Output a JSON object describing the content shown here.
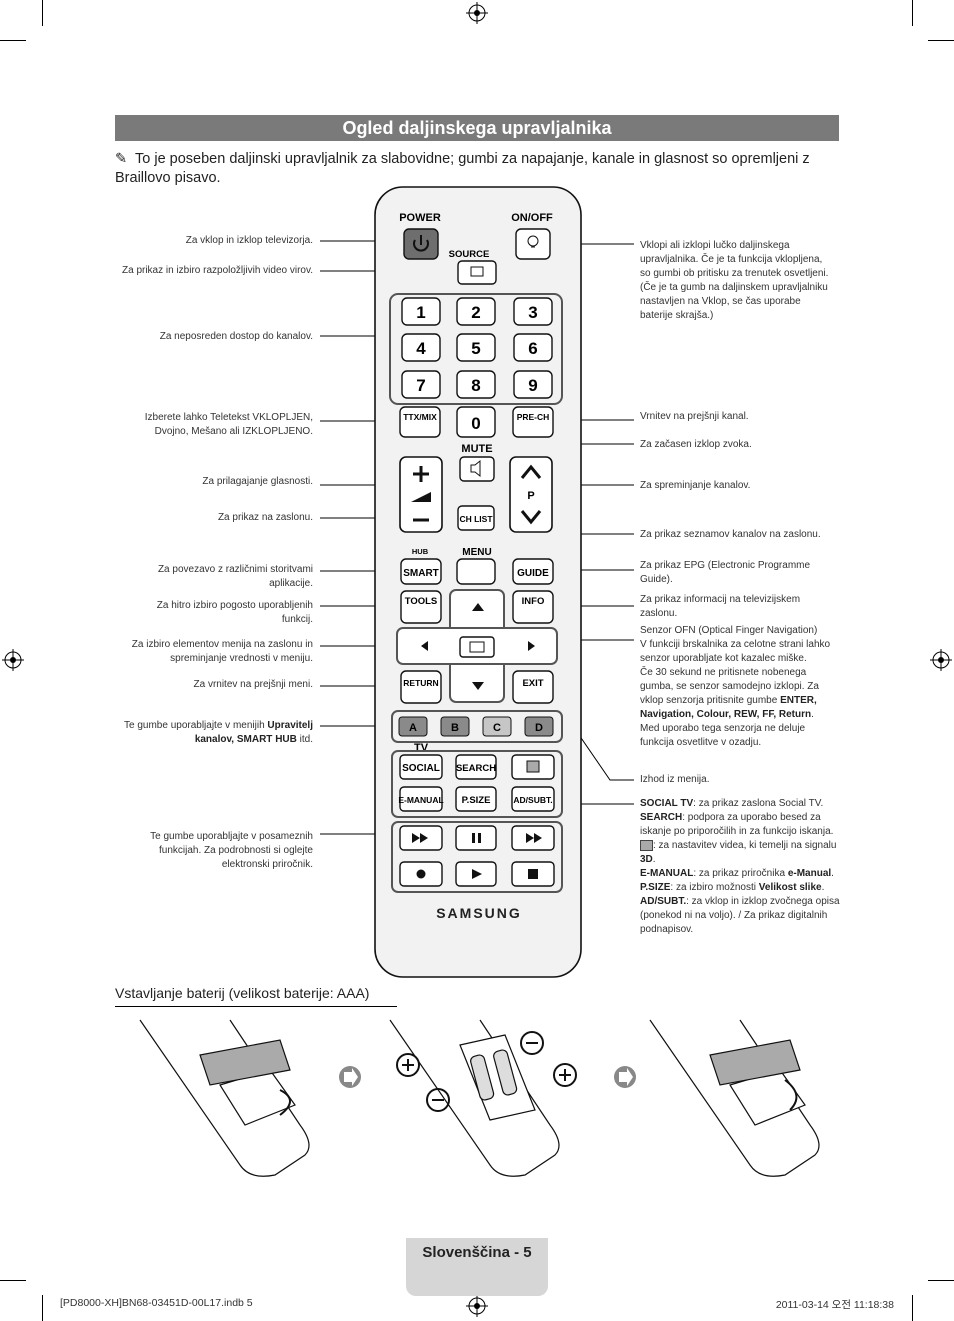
{
  "title": "Ogled daljinskega upravljalnika",
  "intro": "To je poseben daljinski upravljalnik za slabovidne; gumbi za napajanje, kanale in glasnost so opremljeni z Braillovo pisavo.",
  "remote": {
    "power": "POWER",
    "onoff": "ON/OFF",
    "source": "SOURCE",
    "digits": [
      "1",
      "2",
      "3",
      "4",
      "5",
      "6",
      "7",
      "8",
      "9"
    ],
    "zero": "0",
    "ttx": "TTX/MIX",
    "prech": "PRE-CH",
    "mute": "MUTE",
    "p": "P",
    "chlist": "CH LIST",
    "hub": "HUB",
    "menu": "MENU",
    "smart": "SMART",
    "guide": "GUIDE",
    "tools": "TOOLS",
    "info": "INFO",
    "return": "RETURN",
    "exit": "EXIT",
    "colors": [
      "A",
      "B",
      "C",
      "D"
    ],
    "tv": "TV",
    "social": "SOCIAL",
    "search": "SEARCH",
    "emanual": "E-MANUAL",
    "psize": "P.SIZE",
    "adsubt": "AD/SUBT.",
    "brand": "SAMSUNG"
  },
  "left_labels": [
    "Za vklop in izklop televizorja.",
    "Za prikaz in izbiro razpoložljivih video virov.",
    "Za neposreden dostop do kanalov.",
    "Izberete lahko Teletekst VKLOPLJEN, Dvojno, Mešano ali IZKLOPLJENO.",
    "Za prilagajanje glasnosti.",
    "Za prikaz na zaslonu.",
    "Za povezavo z različnimi storitvami aplikacije.",
    "Za hitro izbiro pogosto uporabljenih funkcij.",
    "Za izbiro elementov menija na zaslonu in spreminjanje vrednosti v meniju.",
    "Za vrnitev na prejšnji meni.",
    "Te gumbe uporabljajte v posameznih funkcijah. Za podrobnosti si oglejte elektronski priročnik."
  ],
  "color_btn_label": {
    "pre": "Te gumbe uporabljajte v menijih ",
    "bold": "Upravitelj kanalov, SMART HUB",
    "post": " itd."
  },
  "right_labels": {
    "onoff": "Vklopi ali izklopi lučko daljinskega upravljalnika. Če je ta funkcija vklopljena, so gumbi ob pritisku za trenutek osvetljeni. (Če je ta gumb na daljinskem upravljalniku nastavljen na Vklop, se čas uporabe baterije skrajša.)",
    "prech": "Vrnitev na prejšnji kanal.",
    "mute": "Za začasen izklop zvoka.",
    "channel": "Za spreminjanje kanalov.",
    "chlist": "Za prikaz seznamov kanalov na zaslonu.",
    "guide": "Za prikaz EPG (Electronic Programme Guide).",
    "info": "Za prikaz informacij na televizijskem zaslonu.",
    "exit": "Izhod iz menija."
  },
  "ofn": {
    "l1": "Senzor OFN (Optical Finger Navigation)",
    "l2": "V funkciji brskalnika za celotne strani lahko senzor uporabljate kot kazalec miške.",
    "l3": "Če 30 sekund ne pritisnete nobenega gumba, se senzor samodejno izklopi. Za vklop senzorja pritisnite gumbe ",
    "l3b": "ENTER, Navigation, Colour, REW, FF, Return",
    "l4": "Med uporabo tega senzorja ne deluje funkcija osvetlitve v ozadju."
  },
  "bottom_right": {
    "social_k": "SOCIAL TV",
    "social_v": ": za prikaz zaslona ",
    "social_b": "Social TV",
    "search_k": "SEARCH",
    "search_v": ": podpora za uporabo besed za iskanje po priporočilih in za funkcijo iskanja.",
    "threed_v": ": za nastavitev videa, ki temelji na signalu ",
    "threed_b": "3D",
    "emanual_k": "E-MANUAL",
    "emanual_v": ": za prikaz priročnika ",
    "emanual_b": "e-Manual",
    "psize_k": "P.SIZE",
    "psize_v": ": za izbiro možnosti ",
    "psize_b": "Velikost slike",
    "adsubt_k": "AD/SUBT.",
    "adsubt_v": ": za vklop in izklop zvočnega opisa (ponekod ni na voljo). / Za prikaz digitalnih podnapisov."
  },
  "battery_heading": "Vstavljanje baterij (velikost baterije: AAA)",
  "footer": "Slovenščina - 5",
  "print_left": "[PD8000-XH]BN68-03451D-00L17.indb   5",
  "print_right": "2011-03-14   오전 11:18:38"
}
